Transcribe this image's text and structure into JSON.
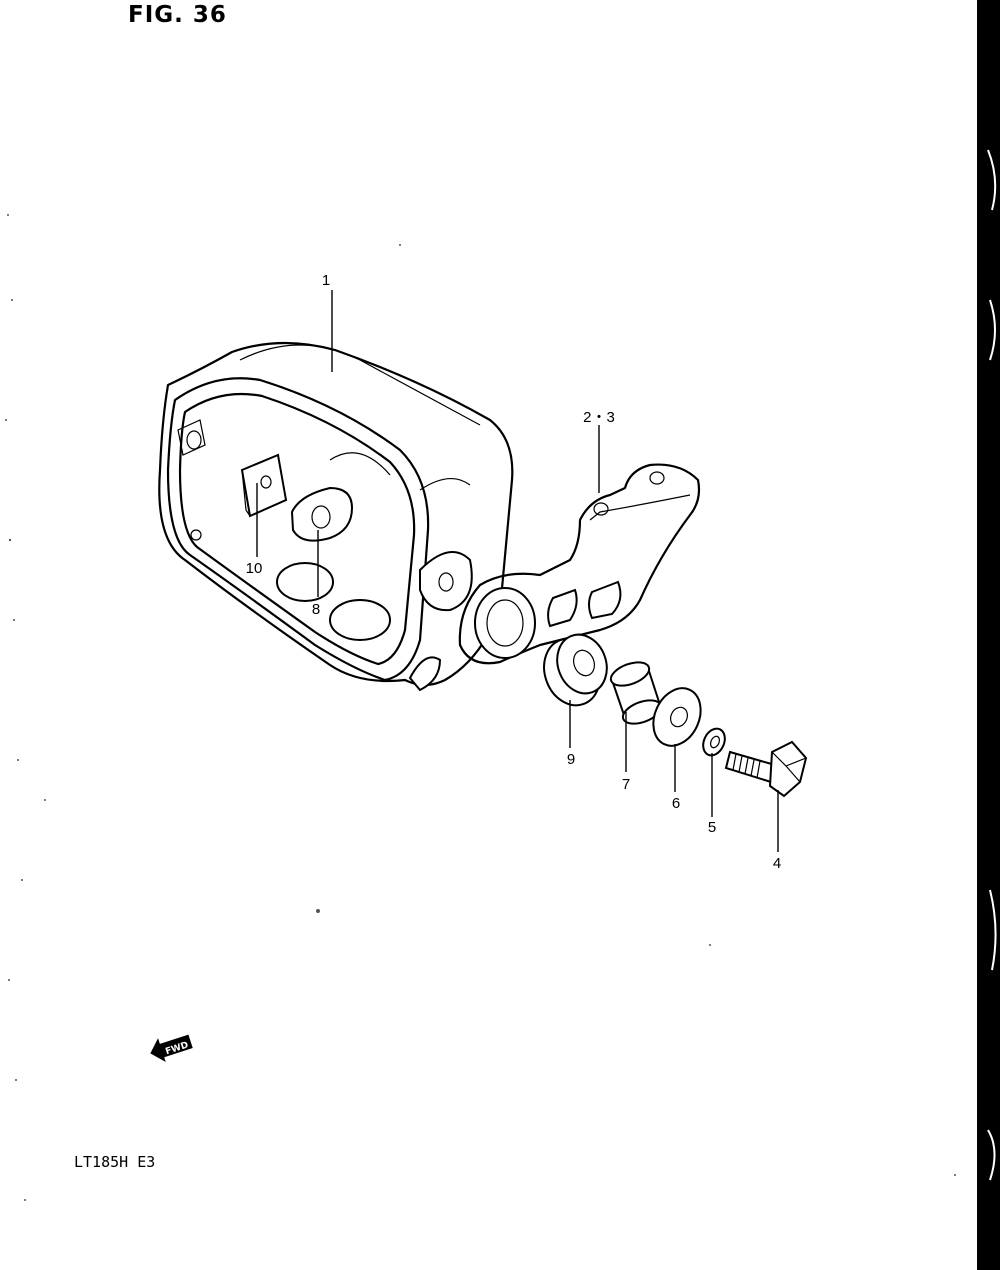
{
  "figure": {
    "title": "FIG. 36"
  },
  "model": {
    "code": "LT185H E3"
  },
  "direction_arrow": {
    "label": "FWD",
    "icon": "fwd-arrow-icon"
  },
  "callouts": [
    {
      "id": "1",
      "label": "1"
    },
    {
      "id": "2-3",
      "label": "2・3"
    },
    {
      "id": "4",
      "label": "4"
    },
    {
      "id": "5",
      "label": "5"
    },
    {
      "id": "6",
      "label": "6"
    },
    {
      "id": "7",
      "label": "7"
    },
    {
      "id": "8",
      "label": "8"
    },
    {
      "id": "9",
      "label": "9"
    },
    {
      "id": "10",
      "label": "10"
    }
  ],
  "colors": {
    "ink": "#000000",
    "paper": "#ffffff"
  }
}
